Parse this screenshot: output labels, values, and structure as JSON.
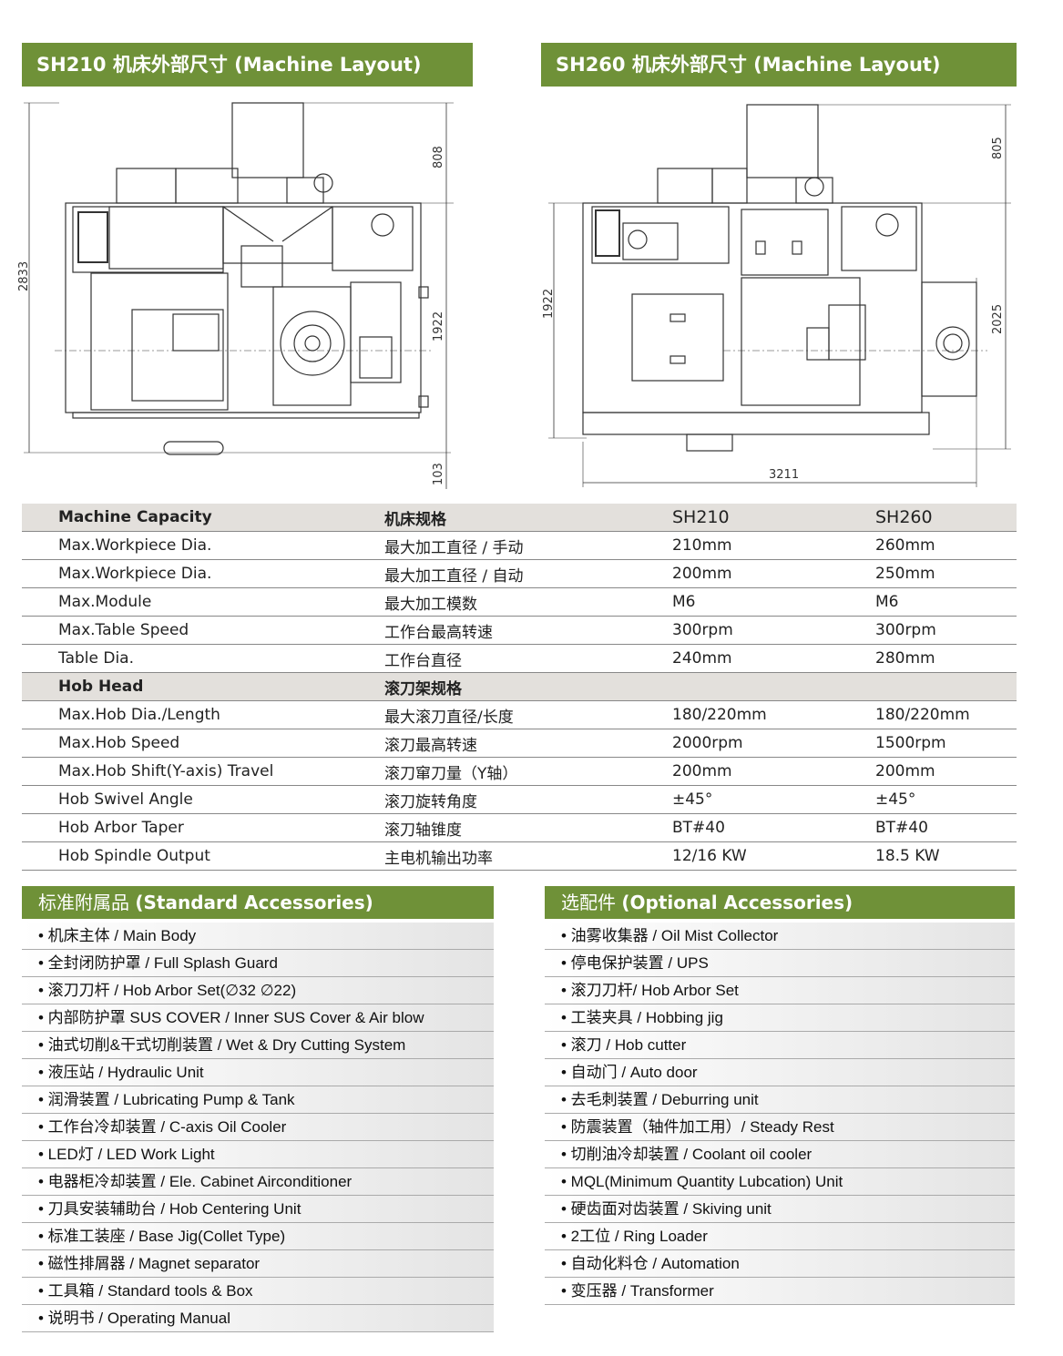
{
  "layout_left": {
    "title": "SH210 机床外部尺寸 (Machine Layout)",
    "dim_total": "2833",
    "dim_top": "808",
    "dim_body": "1922",
    "dim_bottom": "103"
  },
  "layout_right": {
    "title": "SH260 机床外部尺寸 (Machine Layout)",
    "dim_top": "805",
    "dim_left": "1922",
    "dim_right": "2025",
    "dim_width": "3211"
  },
  "spec_table": {
    "header": {
      "en": "Machine Capacity",
      "cn": "机床规格",
      "m1": "SH210",
      "m2": "SH260"
    },
    "rows1": [
      {
        "en": "Max.Workpiece Dia.",
        "cn": "最大加工直径 / 手动",
        "m1": "210mm",
        "m2": "260mm"
      },
      {
        "en": "Max.Workpiece Dia.",
        "cn": "最大加工直径 / 自动",
        "m1": "200mm",
        "m2": "250mm"
      },
      {
        "en": "Max.Module",
        "cn": "最大加工模数",
        "m1": "M6",
        "m2": "M6"
      },
      {
        "en": "Max.Table Speed",
        "cn": "工作台最高转速",
        "m1": "300rpm",
        "m2": "300rpm"
      },
      {
        "en": "Table Dia.",
        "cn": "工作台直径",
        "m1": "240mm",
        "m2": "280mm"
      }
    ],
    "section2": {
      "en": "Hob Head",
      "cn": "滚刀架规格"
    },
    "rows2": [
      {
        "en": "Max.Hob Dia./Length",
        "cn": "最大滚刀直径/长度",
        "m1": "180/220mm",
        "m2": "180/220mm"
      },
      {
        "en": "Max.Hob Speed",
        "cn": "滚刀最高转速",
        "m1": "2000rpm",
        "m2": "1500rpm"
      },
      {
        "en": "Max.Hob Shift(Y-axis) Travel",
        "cn": "滚刀窜刀量（Y轴）",
        "m1": "200mm",
        "m2": "200mm"
      },
      {
        "en": "Hob Swivel Angle",
        "cn": "滚刀旋转角度",
        "m1": "±45°",
        "m2": "±45°"
      },
      {
        "en": "Hob Arbor Taper",
        "cn": "滚刀轴锥度",
        "m1": "BT#40",
        "m2": "BT#40"
      },
      {
        "en": "Hob Spindle Output",
        "cn": "主电机输出功率",
        "m1": "12/16 KW",
        "m2": "18.5 KW"
      }
    ]
  },
  "standard": {
    "title_cn": "标准附属品",
    "title_en": "(Standard Accessories)",
    "items": [
      "• 机床主体 / Main Body",
      "• 全封闭防护罩 / Full Splash Guard",
      "• 滚刀刀杆 / Hob Arbor Set(∅32  ∅22)",
      "• 内部防护罩 SUS COVER / Inner SUS Cover & Air blow",
      "• 油式切削&干式切削装置 / Wet & Dry Cutting System",
      "• 液压站 / Hydraulic Unit",
      "• 润滑装置 / Lubricating Pump & Tank",
      "• 工作台冷却装置 / C-axis Oil Cooler",
      "• LED灯 / LED Work Light",
      "• 电器柜冷却装置 / Ele. Cabinet Airconditioner",
      "• 刀具安装辅助台 / Hob Centering Unit",
      "• 标准工装座 / Base Jig(Collet Type)",
      "• 磁性排屑器 / Magnet separator",
      "• 工具箱 / Standard tools & Box",
      "• 说明书 / Operating Manual"
    ]
  },
  "optional": {
    "title_cn": "选配件",
    "title_en": "(Optional Accessories)",
    "items": [
      "• 油雾收集器 / Oil Mist Collector",
      "• 停电保护装置 / UPS",
      "• 滚刀刀杆/ Hob Arbor Set",
      "• 工装夹具 / Hobbing jig",
      "• 滚刀 / Hob cutter",
      "• 自动门 / Auto door",
      "• 去毛刺装置 / Deburring unit",
      "• 防震装置（轴件加工用）/ Steady Rest",
      "• 切削油冷却装置 / Coolant oil cooler",
      "• MQL(Minimum Quantity Lubcation) Unit",
      "• 硬齿面对齿装置 / Skiving unit",
      "• 2工位 / Ring Loader",
      "• 自动化料仓 / Automation",
      "• 变压器 / Transformer"
    ]
  },
  "colors": {
    "accent": "#6f9138",
    "section_bg": "#e3e0dc"
  }
}
